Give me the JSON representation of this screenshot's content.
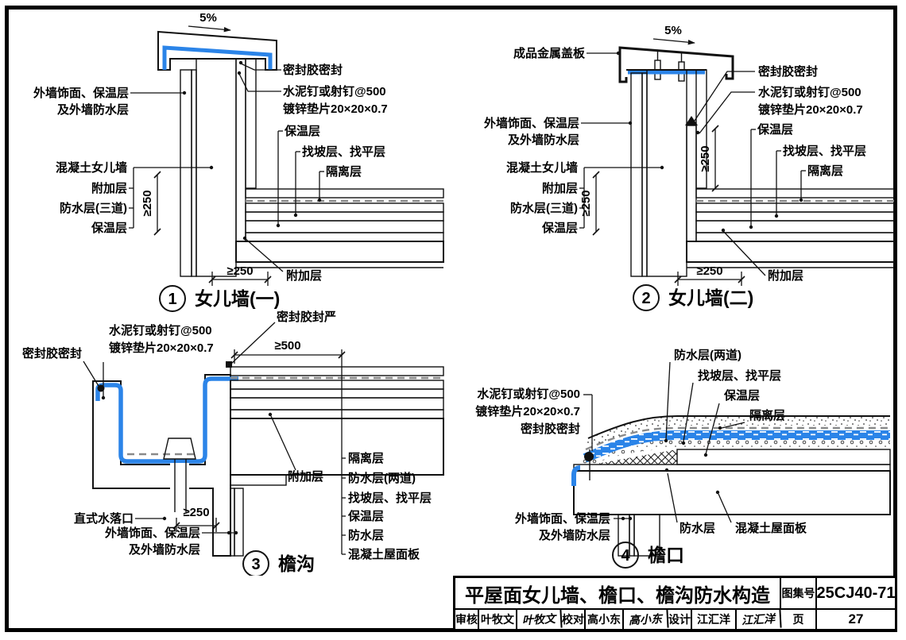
{
  "titleblock": {
    "title": "平屋面女儿墙、檐口、檐沟防水构造",
    "atlas_label": "图集号",
    "atlas_no": "25CJ40-71",
    "page_label": "页",
    "page_no": "27",
    "roles": [
      {
        "label": "审核",
        "name": "叶牧文",
        "sig": "叶牧文"
      },
      {
        "label": "校对",
        "name": "高小东",
        "sig": "高小东"
      },
      {
        "label": "设计",
        "name": "江汇洋",
        "sig": "江汇洋"
      }
    ]
  },
  "colors": {
    "membrane_blue": "#2b84e8",
    "line_black": "#111111"
  },
  "details": {
    "d1": {
      "no": "1",
      "name": "女儿墙(一)",
      "slope": "5%",
      "sealant": "密封胶密封",
      "nail1": "水泥钉或射钉@500",
      "nail2": "镀锌垫片20×20×0.7",
      "wall_finish1": "外墙饰面、保温层",
      "wall_finish2": "及外墙防水层",
      "insulation": "保温层",
      "slope_level": "找坡层、找平层",
      "isolation": "隔离层",
      "parapet": "混凝土女儿墙",
      "add_layer": "附加层",
      "wp3": "防水层(三道)",
      "insulation2": "保温层",
      "dim_v": "≥250",
      "dim_h": "≥250",
      "add_layer2": "附加层"
    },
    "d2": {
      "no": "2",
      "name": "女儿墙(二)",
      "slope": "5%",
      "cap": "成品金属盖板",
      "sealant": "密封胶密封",
      "nail1": "水泥钉或射钉@500",
      "nail2": "镀锌垫片20×20×0.7",
      "wall_finish1": "外墙饰面、保温层",
      "wall_finish2": "及外墙防水层",
      "insulation": "保温层",
      "slope_level": "找坡层、找平层",
      "isolation": "隔离层",
      "parapet": "混凝土女儿墙",
      "add_layer": "附加层",
      "wp3": "防水层(三道)",
      "insulation2": "保温层",
      "dim_v": "≥250",
      "dim_v2": "≥250",
      "dim_h": "≥250",
      "add_layer2": "附加层"
    },
    "d3": {
      "no": "3",
      "name": "檐沟",
      "sealant": "密封胶密封",
      "sealed": "密封胶封严",
      "nail1": "水泥钉或射钉@500",
      "nail2": "镀锌垫片20×20×0.7",
      "dim500": "≥500",
      "dim250": "≥250",
      "add_layer": "附加层",
      "isolation": "隔离层",
      "wp2": "防水层(两道)",
      "slope_level": "找坡层、找平层",
      "insulation": "保温层",
      "wp": "防水层",
      "slab": "混凝土屋面板",
      "drain": "直式水落口",
      "wall_finish1": "外墙饰面、保温层",
      "wall_finish2": "及外墙防水层"
    },
    "d4": {
      "no": "4",
      "name": "檐口",
      "wp2": "防水层(两道)",
      "slope_level": "找坡层、找平层",
      "insulation": "保温层",
      "isolation": "隔离层",
      "nail1": "水泥钉或射钉@500",
      "nail2": "镀锌垫片20×20×0.7",
      "sealant": "密封胶密封",
      "wall_finish1": "外墙饰面、保温层",
      "wall_finish2": "及外墙防水层",
      "wp": "防水层",
      "slab": "混凝土屋面板"
    }
  }
}
